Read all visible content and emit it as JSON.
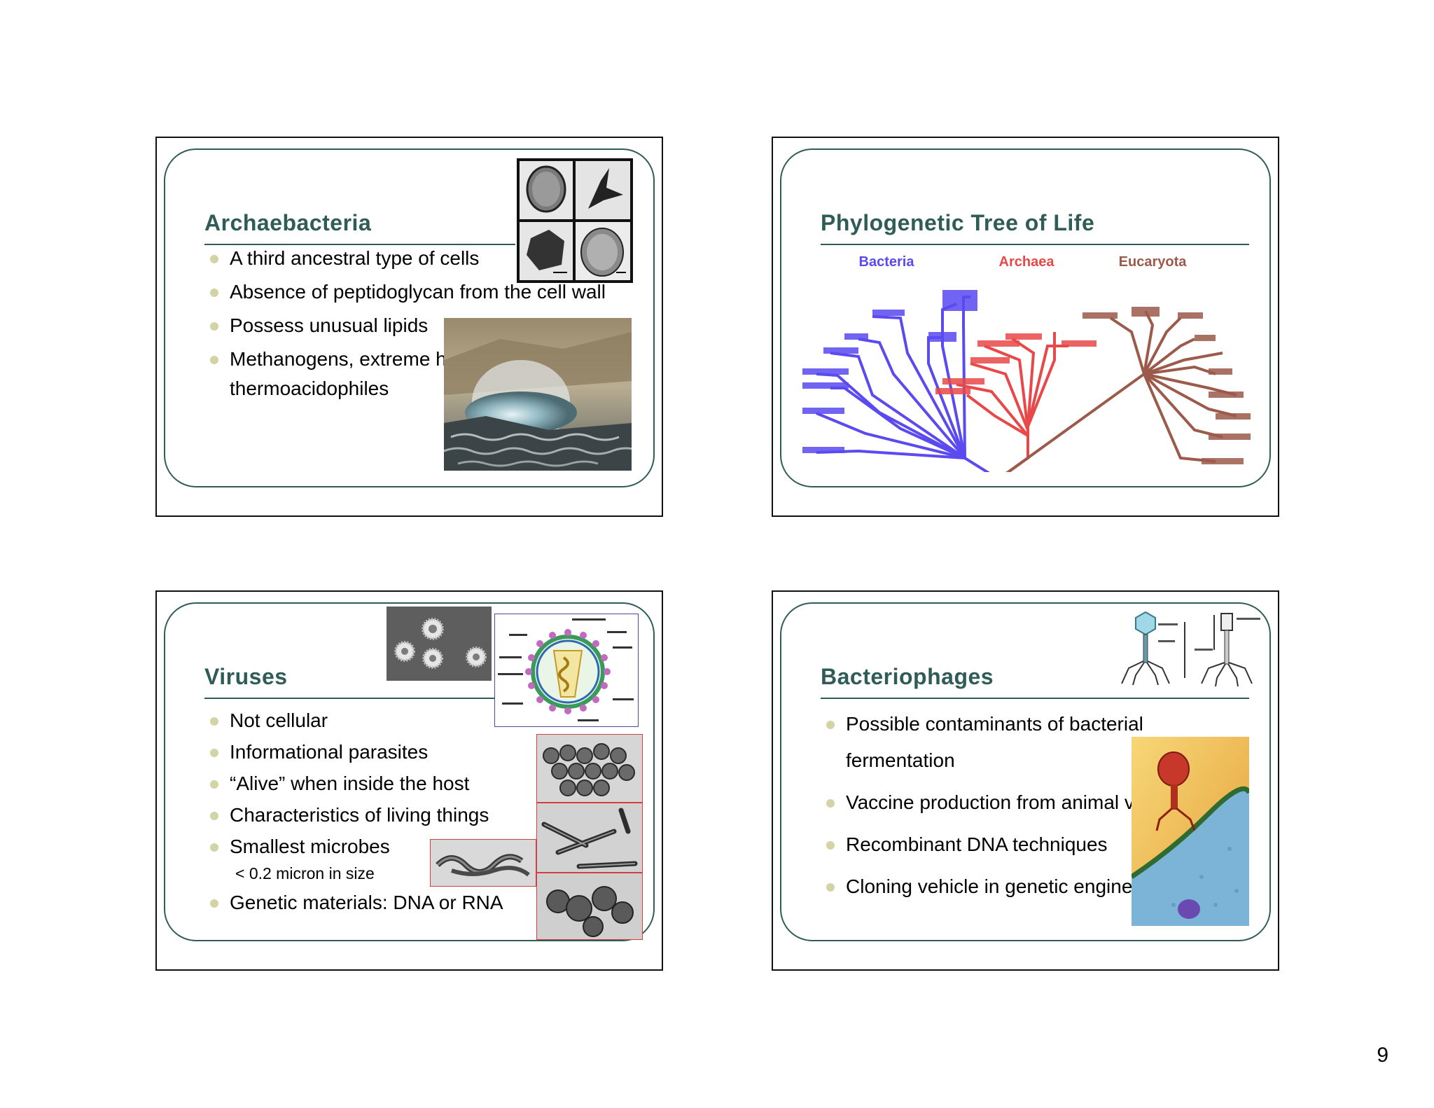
{
  "slides": [
    {
      "title": "Archaebacteria",
      "bullets": [
        "A third ancestral type of cells",
        "Absence of peptidoglycan from the cell wall",
        "Possess unusual lipids",
        "Methanogens, extreme halophiles, thermoacidophiles"
      ]
    },
    {
      "title": "Phylogenetic Tree of Life",
      "tree_labels": {
        "bacteria": "Bacteria",
        "archaea": "Archaea",
        "eucarya": "Eucaryota"
      }
    },
    {
      "title": "Viruses",
      "bullets": [
        "Not cellular",
        "Informational parasites",
        "“Alive” when inside the host",
        "Characteristics of living things",
        "Smallest microbes",
        "< 0.2 micron in size",
        "Genetic materials: DNA or RNA"
      ]
    },
    {
      "title": "Bacteriophages",
      "bullets": [
        "Possible contaminants of bacterial fermentation",
        "Vaccine production from animal viruses",
        "Recombinant DNA techniques",
        "Cloning vehicle in genetic engineering"
      ]
    }
  ],
  "page_number": "9",
  "colors": {
    "title": "#2f5c56",
    "bullet": "#d3d3a5",
    "bacteria_branch": "#5a4af0",
    "archaea_branch": "#e84848",
    "eucarya_branch": "#9c5a4a"
  }
}
